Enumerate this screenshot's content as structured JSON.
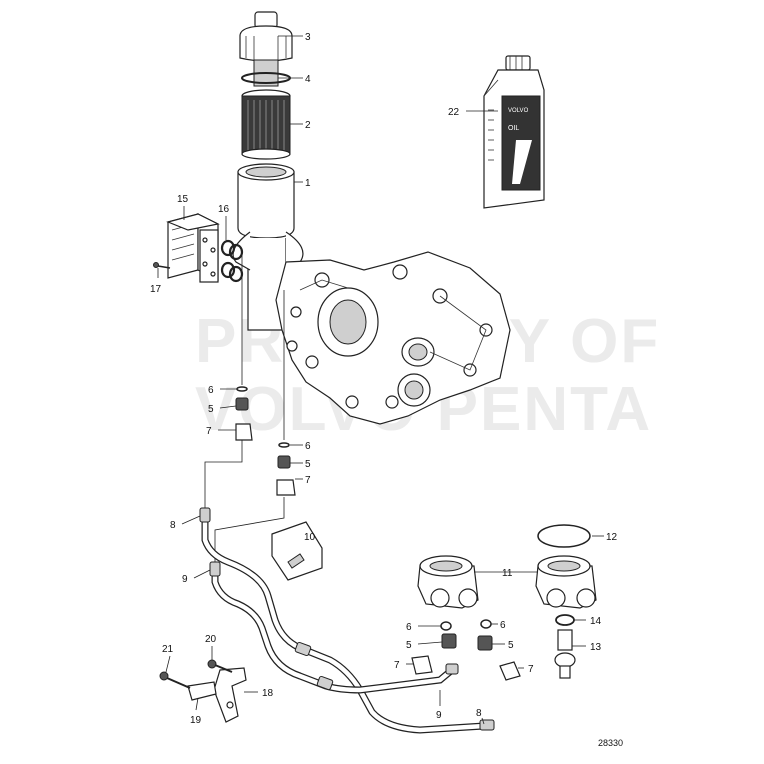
{
  "watermark": {
    "line1": "PROPERTY OF",
    "line2": "VOLVO PENTA"
  },
  "reference_number": "28330",
  "callouts": {
    "c3": "3",
    "c4": "4",
    "c2": "2",
    "c1": "1",
    "c22": "22",
    "c15": "15",
    "c16": "16",
    "c17": "17",
    "c6a": "6",
    "c5a": "5",
    "c7a": "7",
    "c6b": "6",
    "c5b": "5",
    "c7b": "7",
    "c8a": "8",
    "c10": "10",
    "c9a": "9",
    "c12": "12",
    "c11": "11",
    "c6c": "6",
    "c6d": "6",
    "c14": "14",
    "c5c": "5",
    "c5d": "5",
    "c13": "13",
    "c7c": "7",
    "c7d": "7",
    "c21": "21",
    "c20": "20",
    "c18": "18",
    "c19": "19",
    "c9b": "9",
    "c8b": "8"
  },
  "bottle_label": {
    "brand": "VOLVO",
    "product": "OIL"
  }
}
